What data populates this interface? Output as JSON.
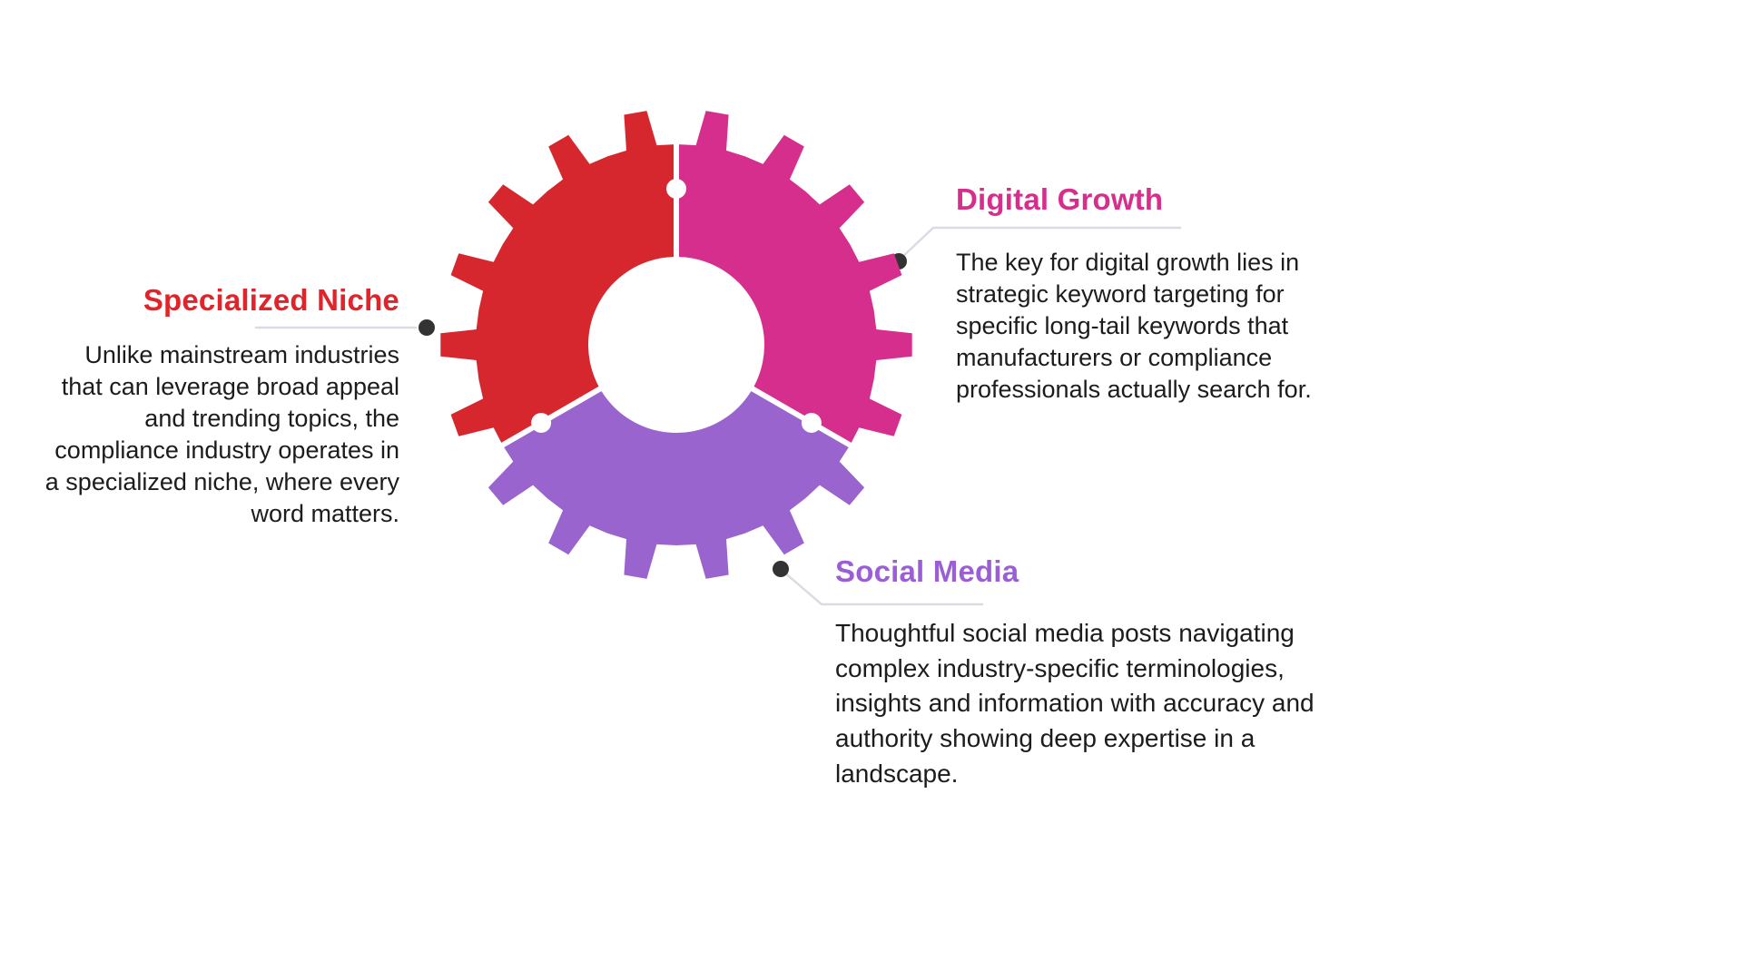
{
  "page": {
    "background": "#ffffff"
  },
  "diagram": {
    "colors": {
      "red": "#d7272e",
      "pink": "#d62e8c",
      "purple": "#9a64cf",
      "connector_line": "#d9dde3",
      "connector_dot": "#333333",
      "body_text": "#1c1c1c",
      "gear_hole": "#ffffff"
    },
    "sections": [
      {
        "id": "specialized-niche",
        "title": "Specialized Niche",
        "color": "#e02429",
        "body": "Unlike mainstream industries that can leverage broad appeal and trending topics, the compliance industry operates in a specialized niche, where every word matters."
      },
      {
        "id": "digital-growth",
        "title": "Digital Growth",
        "color": "#d62e8c",
        "body": "The key for digital growth lies in  strategic keyword targeting for specific long-tail keywords that manufacturers or compliance professionals actually search for."
      },
      {
        "id": "social-media",
        "title": "Social Media",
        "color": "#9a5fd6",
        "body": "Thoughtful social media posts navigating complex industry-specific terminologies, insights and information with accuracy and authority showing deep expertise in a landscape."
      }
    ]
  }
}
